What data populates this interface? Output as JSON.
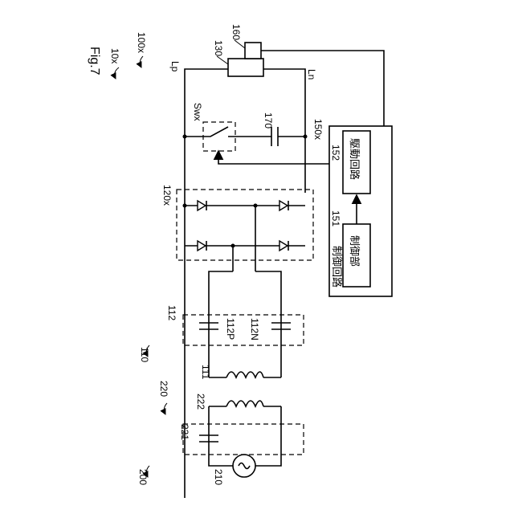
{
  "figure": {
    "title": "Fig.7",
    "refs": {
      "r10x": "10x",
      "r100x": "100x",
      "r130": "130",
      "r160": "160",
      "rLp": "Lp",
      "rLn": "Ln",
      "rSwx": "Swx",
      "r170": "170",
      "r150x": "150x",
      "r152": "152",
      "r120x": "120x",
      "r151": "151",
      "r112": "112",
      "r112P": "112P",
      "r112N": "112N",
      "r110": "110",
      "r111": "111",
      "r220": "220",
      "r222": "222",
      "r221": "221",
      "r200": "200",
      "r210": "210"
    },
    "blocks": {
      "drive_circuit": "駆動回路",
      "control_unit": "制御部",
      "control_circuit": "制御回路"
    },
    "colors": {
      "line": "#000000",
      "background": "#ffffff"
    }
  }
}
